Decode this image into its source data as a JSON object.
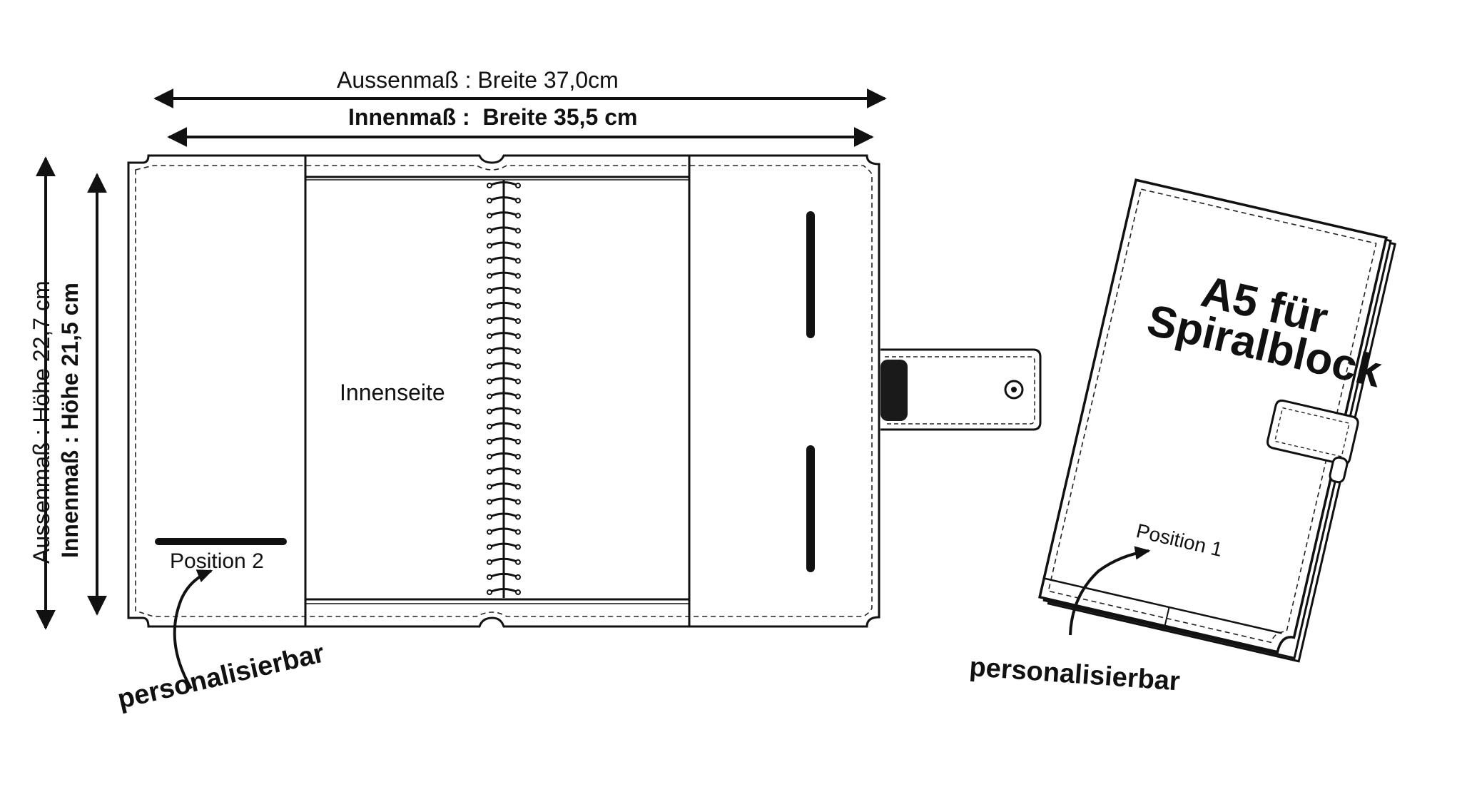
{
  "dimensions": {
    "outer_width": {
      "label": "Aussenmaß :",
      "value": "Breite 37,0cm"
    },
    "inner_width": {
      "label": "Innenmaß :",
      "value": "Breite 35,5 cm"
    },
    "outer_height": {
      "label": "Aussenmaß :",
      "value": "Höhe 22,7 cm"
    },
    "inner_height": {
      "label": "Innenmaß :",
      "value": "Höhe 21,5 cm"
    }
  },
  "open_view": {
    "inner_page_label": "Innenseite",
    "position_label": "Position 2",
    "personalize_label": "personalisierbar"
  },
  "closed_view": {
    "title_line1": "A5 für",
    "title_line2": "Spiralblock",
    "position_label": "Position 1",
    "personalize_label": "personalisierbar"
  },
  "colors": {
    "line": "#111111",
    "background": "#ffffff"
  }
}
